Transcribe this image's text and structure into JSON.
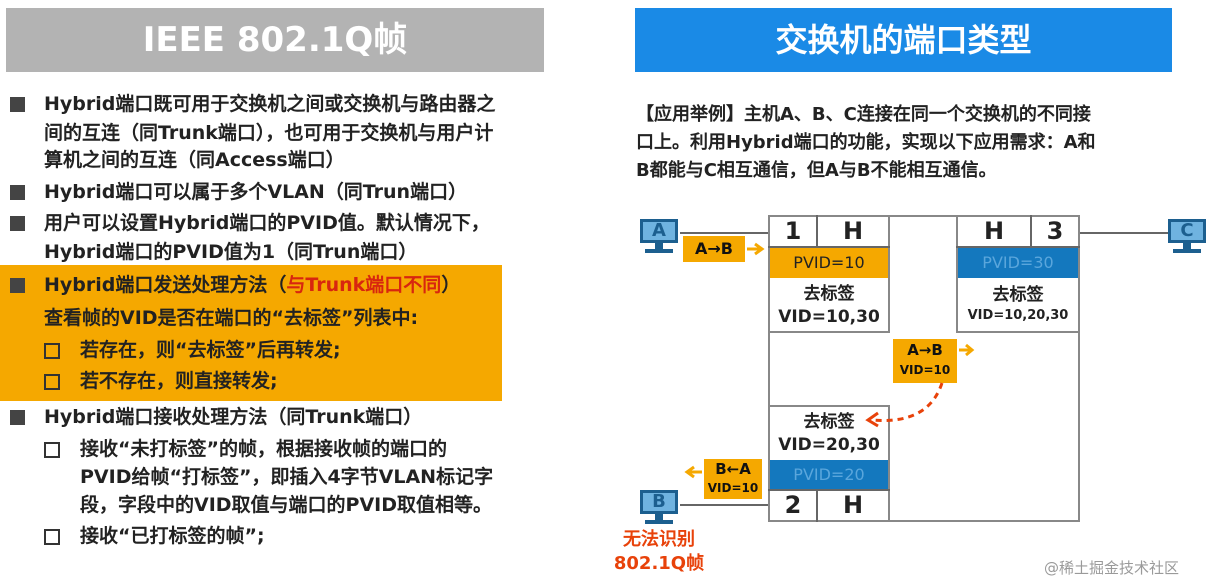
{
  "left": {
    "title": "IEEE 802.1Q帧",
    "items": [
      {
        "type": "square",
        "lines": [
          "Hybrid端口既可用于交换机之间或交换机与路由器之",
          "间的互连（同Trunk端口），也可用于交换机与用户计",
          "算机之间的互连（同Access端口）"
        ]
      },
      {
        "type": "square",
        "lines": [
          "Hybrid端口可以属于多个VLAN（同Trun端口）"
        ]
      },
      {
        "type": "square",
        "lines": [
          "用户可以设置Hybrid端口的PVID值。默认情况下，",
          "Hybrid端口的PVID值为1（同Trun端口）"
        ]
      }
    ],
    "send": {
      "prefix": "Hybrid端口发送处理方法（",
      "red": "与Trunk端口不同",
      "suffix": "）",
      "sub": "查看帧的VID是否在端口的“去标签”列表中:",
      "opt1": "若存在，则“去标签”后再转发;",
      "opt2": "若不存在，则直接转发;"
    },
    "recv": {
      "title": "Hybrid端口接收处理方法（同Trunk端口）",
      "opt1_lines": [
        "接收“未打标签”的帧，根据接收帧的端口的",
        "PVID给帧“打标签”，即插入4字节VLAN标记字",
        "段，字段中的VID取值与端口的PVID取值相等。"
      ],
      "opt2": "接收“已打标签的帧”;"
    }
  },
  "right": {
    "title": "交换机的端口类型",
    "desc_lines": [
      "【应用举例】主机A、B、C连接在同一个交换机的不同接",
      "口上。利用Hybrid端口的功能，实现以下应用需求：A和",
      "B都能与C相互通信，但A与B不能相互通信。"
    ],
    "hosts": {
      "a": "A",
      "b": "B",
      "c": "C"
    },
    "port1": {
      "num": "1",
      "type": "H",
      "pvid": "PVID=10",
      "untag": "去标签",
      "vid": "VID=10,30"
    },
    "port3": {
      "num": "3",
      "type": "H",
      "pvid": "PVID=30",
      "untag": "去标签",
      "vid": "VID=10,20,30"
    },
    "port2": {
      "num": "2",
      "type": "H",
      "pvid": "PVID=20",
      "untag": "去标签",
      "vid": "VID=20,30"
    },
    "frame_ab": "A→B",
    "frame_mid": {
      "label": "A→B",
      "vid": "VID=10"
    },
    "frame_ba": {
      "label": "B←A",
      "vid": "VID=10"
    },
    "note_line1": "无法识别",
    "note_line2": "802.1Q帧",
    "watermark": "@稀土掘金技术社区"
  },
  "colors": {
    "orange": "#f5a800",
    "blue": "#1a8ae6",
    "pvid_blue": "#1478be",
    "red": "#d8260f",
    "gray_title": "#b3b3b3"
  }
}
